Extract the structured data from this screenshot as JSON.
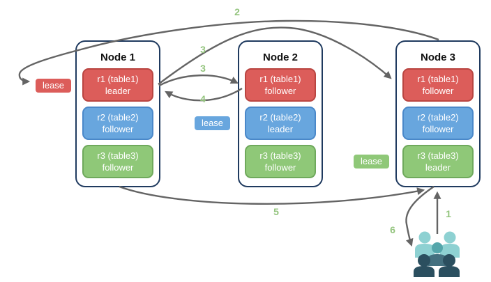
{
  "nodes": [
    {
      "title": "Node 1",
      "ranges": [
        {
          "label": "r1 (table1)",
          "role": "leader",
          "color": "red"
        },
        {
          "label": "r2 (table2)",
          "role": "follower",
          "color": "blue"
        },
        {
          "label": "r3 (table3)",
          "role": "follower",
          "color": "green"
        }
      ]
    },
    {
      "title": "Node 2",
      "ranges": [
        {
          "label": "r1 (table1)",
          "role": "follower",
          "color": "red"
        },
        {
          "label": "r2 (table2)",
          "role": "leader",
          "color": "blue"
        },
        {
          "label": "r3 (table3)",
          "role": "follower",
          "color": "green"
        }
      ]
    },
    {
      "title": "Node 3",
      "ranges": [
        {
          "label": "r1 (table1)",
          "role": "follower",
          "color": "red"
        },
        {
          "label": "r2 (table2)",
          "role": "follower",
          "color": "blue"
        },
        {
          "label": "r3 (table3)",
          "role": "leader",
          "color": "green"
        }
      ]
    }
  ],
  "leases": [
    {
      "label": "lease",
      "color": "red"
    },
    {
      "label": "lease",
      "color": "blue"
    },
    {
      "label": "lease",
      "color": "green"
    }
  ],
  "step_labels": {
    "step1": "1",
    "step2": "2",
    "step3a": "3",
    "step3b": "3",
    "step4": "4",
    "step5": "5",
    "step6": "6"
  },
  "icons": {
    "clients": "users-group-icon"
  },
  "colors": {
    "red_fill": "#dc5d5a",
    "red_border": "#b94541",
    "blue_fill": "#68a6de",
    "blue_border": "#4a88c9",
    "green_fill": "#8fc878",
    "green_border": "#6fa95c",
    "node_border": "#1f3a5f",
    "arrow": "#646464",
    "step_label": "#93c47d",
    "users_light": "#8ed1d2",
    "users_mid": "#55a6ab",
    "users_mid_body": "#44707f",
    "users_dark": "#2b4f5f"
  }
}
